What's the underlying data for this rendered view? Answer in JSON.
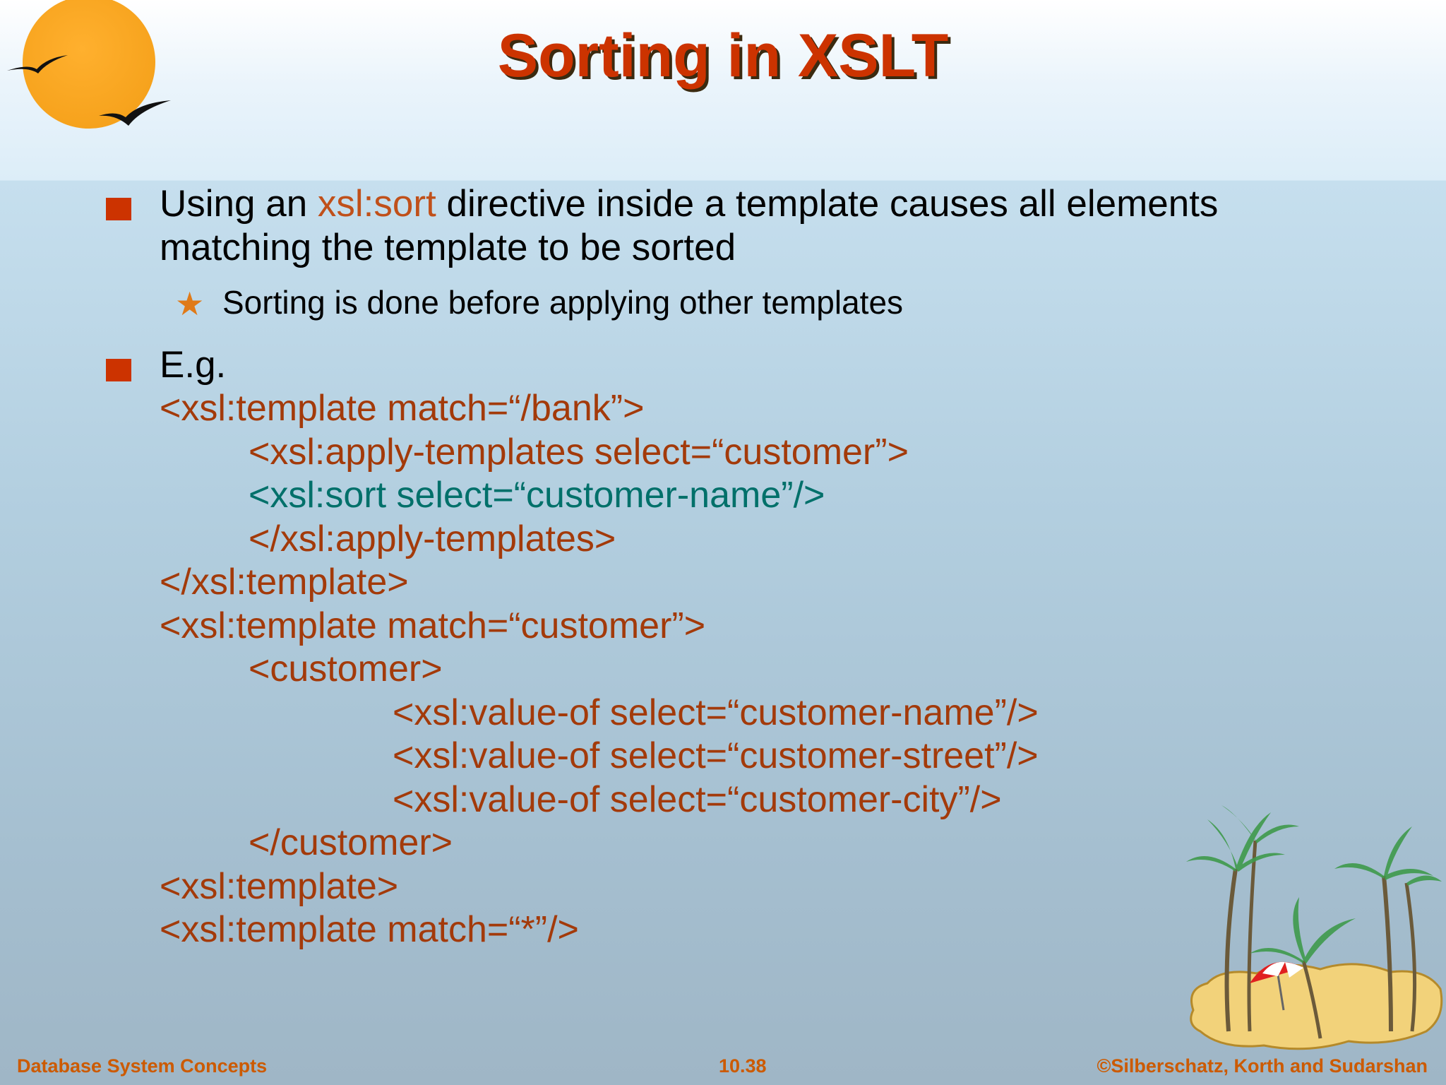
{
  "slide": {
    "title": "Sorting in XSLT",
    "bullets": [
      {
        "text_before": "Using an ",
        "highlight": "xsl:sort",
        "text_after": " directive inside a template causes all elements matching the template to be sorted",
        "sub_bullets": [
          {
            "text": "Sorting is done before applying other templates"
          }
        ]
      },
      {
        "text": "E.g."
      }
    ],
    "code_lines": [
      "<xsl:template match=“/bank”>",
      "<xsl:apply-templates select=“customer”>",
      "<xsl:sort select=“customer-name”/>",
      "</xsl:apply-templates>",
      "</xsl:template>",
      "<xsl:template match=“customer”>",
      "<customer>",
      "<xsl:value-of select=“customer-name”/>",
      "<xsl:value-of select=“customer-street”/>",
      "<xsl:value-of select=“customer-city”/>",
      "</customer>",
      "<xsl:template>",
      "<xsl:template match=“*”/>"
    ]
  },
  "footer": {
    "left": "Database System Concepts",
    "center": "10.38",
    "right": "©Silberschatz, Korth and Sudarshan"
  },
  "colors": {
    "title": "#cc3300",
    "bullet_square": "#cc3300",
    "code": "#a33a0a",
    "code_highlight": "#00706a",
    "footer": "#cc5a00",
    "star": "#e07a18"
  }
}
